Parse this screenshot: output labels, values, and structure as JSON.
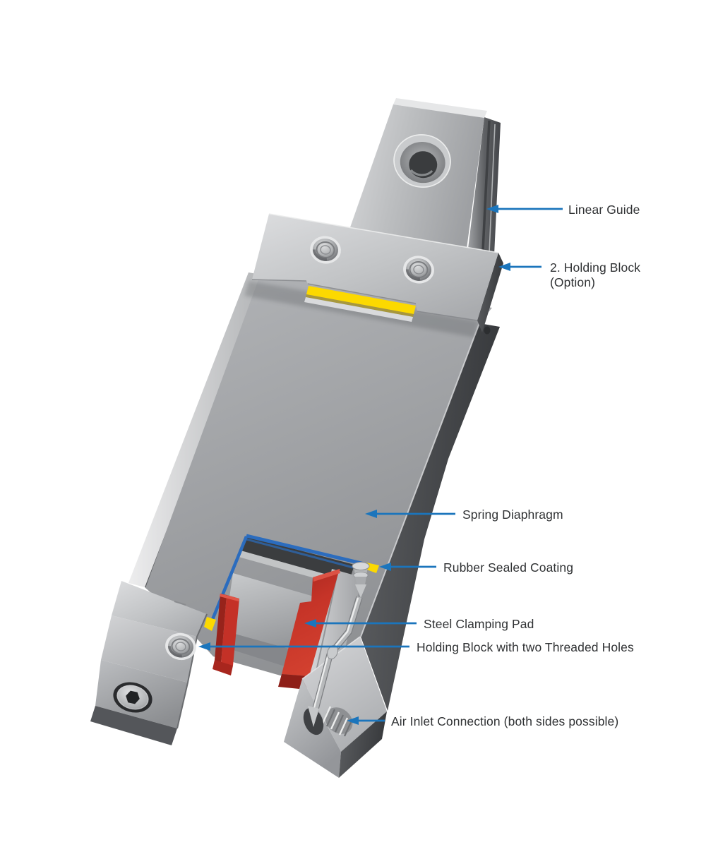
{
  "figure": {
    "kind": "technical-cutaway-diagram",
    "subject": "pneumatic-clamping-element-on-linear-guide"
  },
  "colors": {
    "arrow-blue": "#1b75bc",
    "seal-blue": "#2b6cbe",
    "pad-red": "#c43127",
    "pad-red-dark": "#8e1f18",
    "seal-yellow": "#fcd900",
    "label-text": "#303234",
    "background": "#ffffff"
  },
  "labels": [
    {
      "id": "linear-guide",
      "text": "Linear Guide"
    },
    {
      "id": "holding-block-option",
      "text": "2. Holding Block",
      "text2": "(Option)"
    },
    {
      "id": "spring-diaphragm",
      "text": "Spring Diaphragm"
    },
    {
      "id": "rubber-sealed-coating",
      "text": "Rubber Sealed Coating"
    },
    {
      "id": "steel-clamping-pad",
      "text": "Steel Clamping Pad"
    },
    {
      "id": "holding-block-threaded",
      "text": "Holding Block with two Threaded Holes"
    },
    {
      "id": "air-inlet",
      "text": "Air Inlet Connection (both sides possible)"
    }
  ]
}
